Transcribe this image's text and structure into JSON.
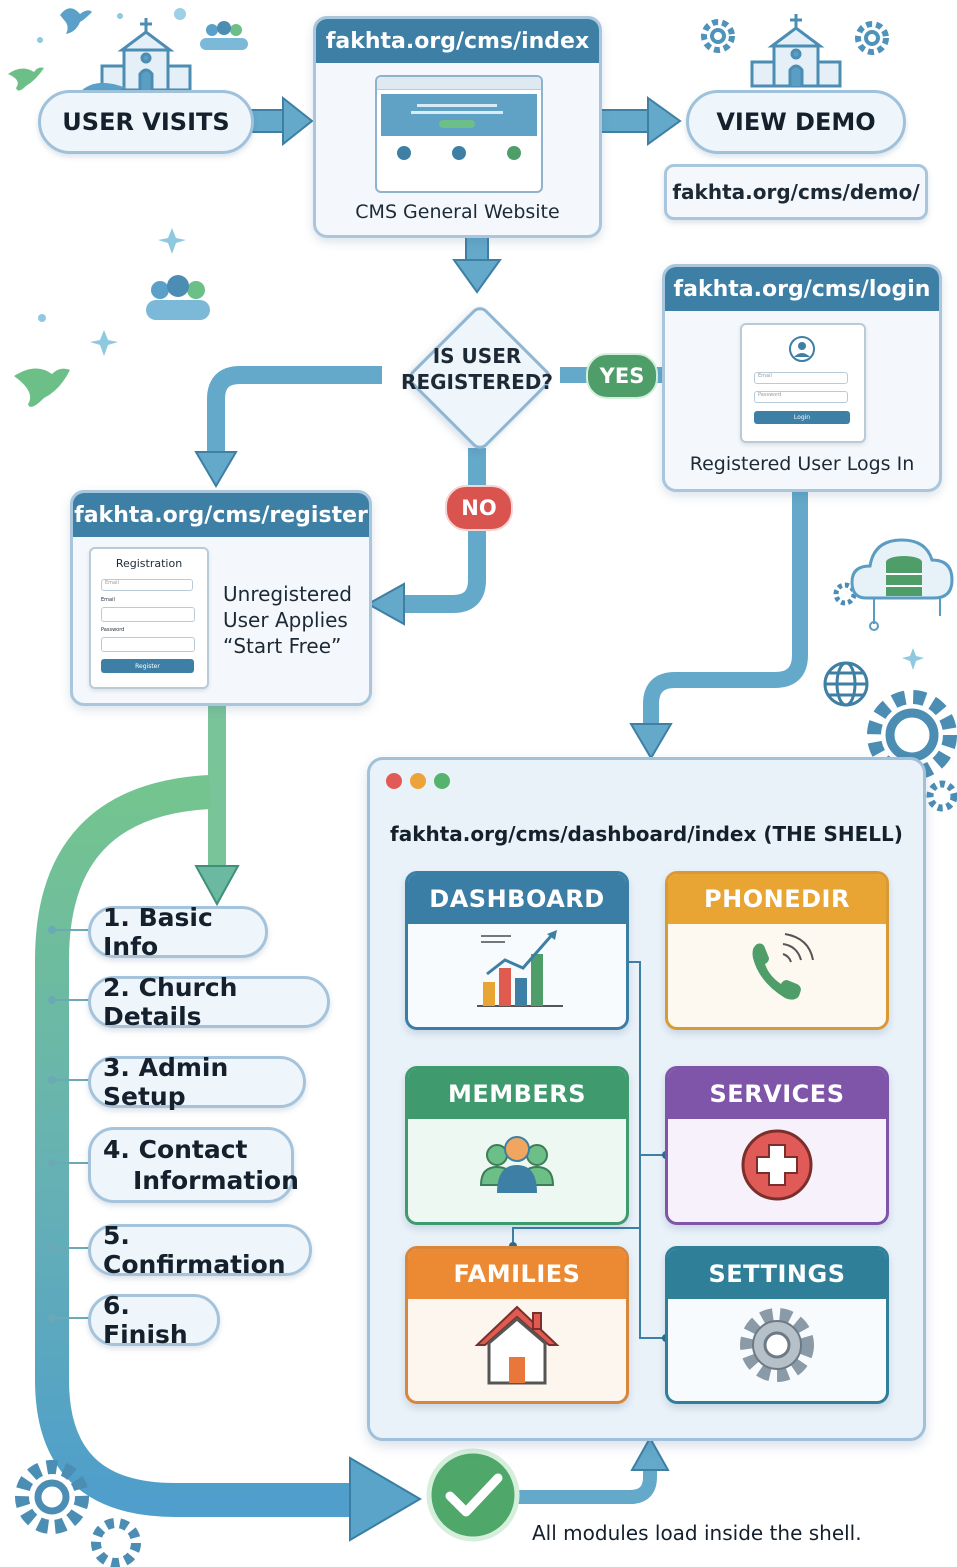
{
  "start": {
    "label": "USER VISITS"
  },
  "index_page": {
    "url": "fakhta.org/cms/index",
    "caption": "CMS General Website"
  },
  "demo": {
    "label": "VIEW DEMO",
    "url": "fakhta.org/cms/demo/"
  },
  "decision": {
    "question_line1": "IS USER",
    "question_line2": "REGISTERED?",
    "yes_label": "YES",
    "no_label": "NO"
  },
  "login_page": {
    "url": "fakhta.org/cms/login",
    "caption": "Registered User Logs In",
    "form": {
      "email_placeholder": "Email",
      "password_placeholder": "Password",
      "button": "Login"
    }
  },
  "register_page": {
    "url": "fakhta.org/cms/register",
    "caption_line1": "Unregistered",
    "caption_line2": "User Applies",
    "caption_line3": "“Start Free”",
    "form": {
      "title": "Registration",
      "email_placeholder": "Email",
      "email_label": "Email",
      "password_label": "Password",
      "button": "Register"
    }
  },
  "steps": [
    "1. Basic Info",
    "2. Church Details",
    "3. Admin Setup",
    "4. Contact",
    "Information",
    "5. Confirmation",
    "6. Finish"
  ],
  "shell": {
    "title": "fakhta.org/cms/dashboard/index (THE SHELL)",
    "modules": [
      {
        "label": "DASHBOARD",
        "icon": "bar-chart-icon",
        "color": "#3a7ea6"
      },
      {
        "label": "PHONEDIR",
        "icon": "phone-icon",
        "color": "#e9a534"
      },
      {
        "label": "MEMBERS",
        "icon": "people-icon",
        "color": "#3f9a6e"
      },
      {
        "label": "SERVICES",
        "icon": "plus-icon",
        "color": "#7e55a8"
      },
      {
        "label": "FAMILIES",
        "icon": "house-icon",
        "color": "#ec8a34"
      },
      {
        "label": "SETTINGS",
        "icon": "gear-icon",
        "color": "#2f7f98"
      }
    ]
  },
  "footer": {
    "caption": "All modules load inside the shell."
  },
  "colors": {
    "flow_blue": "#5ea4c6",
    "flow_green": "#6fbf8a",
    "yes_green": "#4f9e6a",
    "no_red": "#d9534f",
    "header_blue": "#3e7fa5"
  }
}
